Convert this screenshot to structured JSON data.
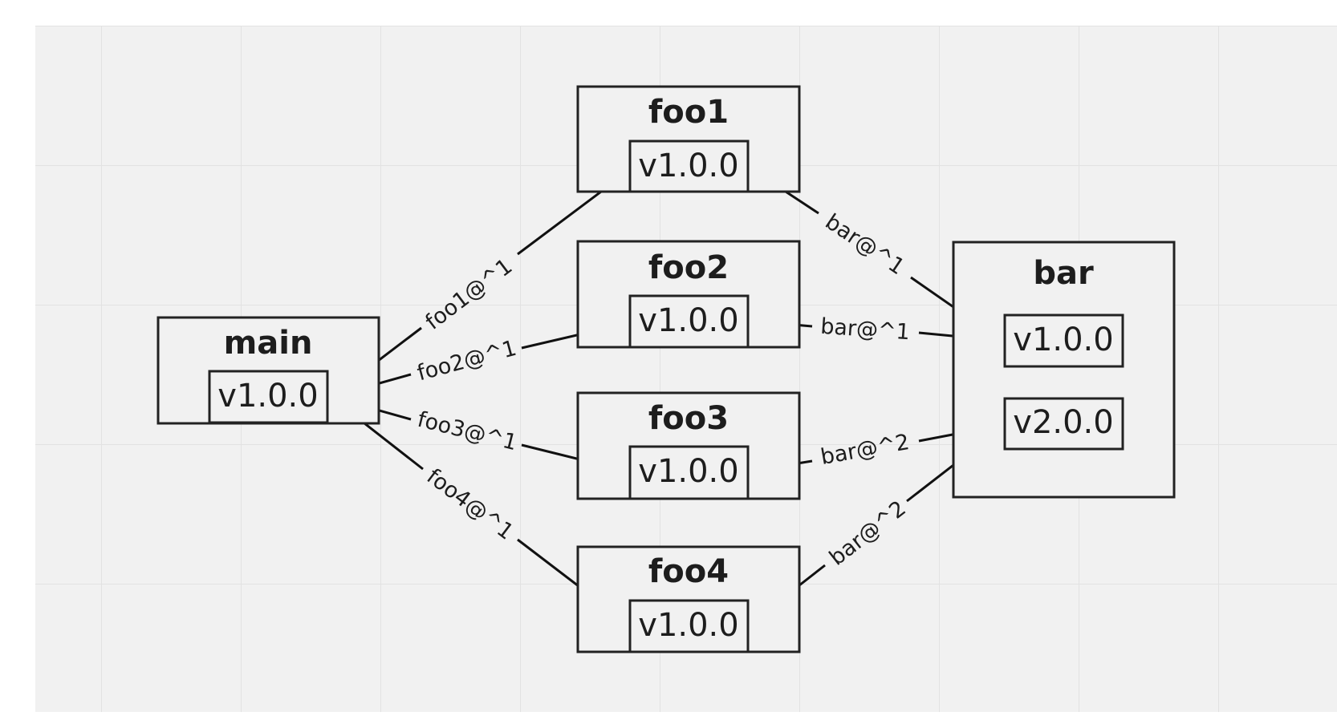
{
  "nodes": {
    "main": {
      "title": "main",
      "version": "v1.0.0"
    },
    "foo1": {
      "title": "foo1",
      "version": "v1.0.0"
    },
    "foo2": {
      "title": "foo2",
      "version": "v1.0.0"
    },
    "foo3": {
      "title": "foo3",
      "version": "v1.0.0"
    },
    "foo4": {
      "title": "foo4",
      "version": "v1.0.0"
    },
    "bar": {
      "title": "bar",
      "versions": [
        "v1.0.0",
        "v2.0.0"
      ]
    }
  },
  "edges": [
    {
      "from": "main v1.0.0",
      "to": "foo1 v1.0.0",
      "label": "foo1@^1"
    },
    {
      "from": "main v1.0.0",
      "to": "foo2 v1.0.0",
      "label": "foo2@^1"
    },
    {
      "from": "main v1.0.0",
      "to": "foo3 v1.0.0",
      "label": "foo3@^1"
    },
    {
      "from": "main v1.0.0",
      "to": "foo4 v1.0.0",
      "label": "foo4@^1"
    },
    {
      "from": "foo1 v1.0.0",
      "to": "bar v1.0.0",
      "label": "bar@^1"
    },
    {
      "from": "foo2 v1.0.0",
      "to": "bar v1.0.0",
      "label": "bar@^1"
    },
    {
      "from": "foo3 v1.0.0",
      "to": "bar v2.0.0",
      "label": "bar@^2"
    },
    {
      "from": "foo4 v1.0.0",
      "to": "bar v2.0.0",
      "label": "bar@^2"
    }
  ]
}
